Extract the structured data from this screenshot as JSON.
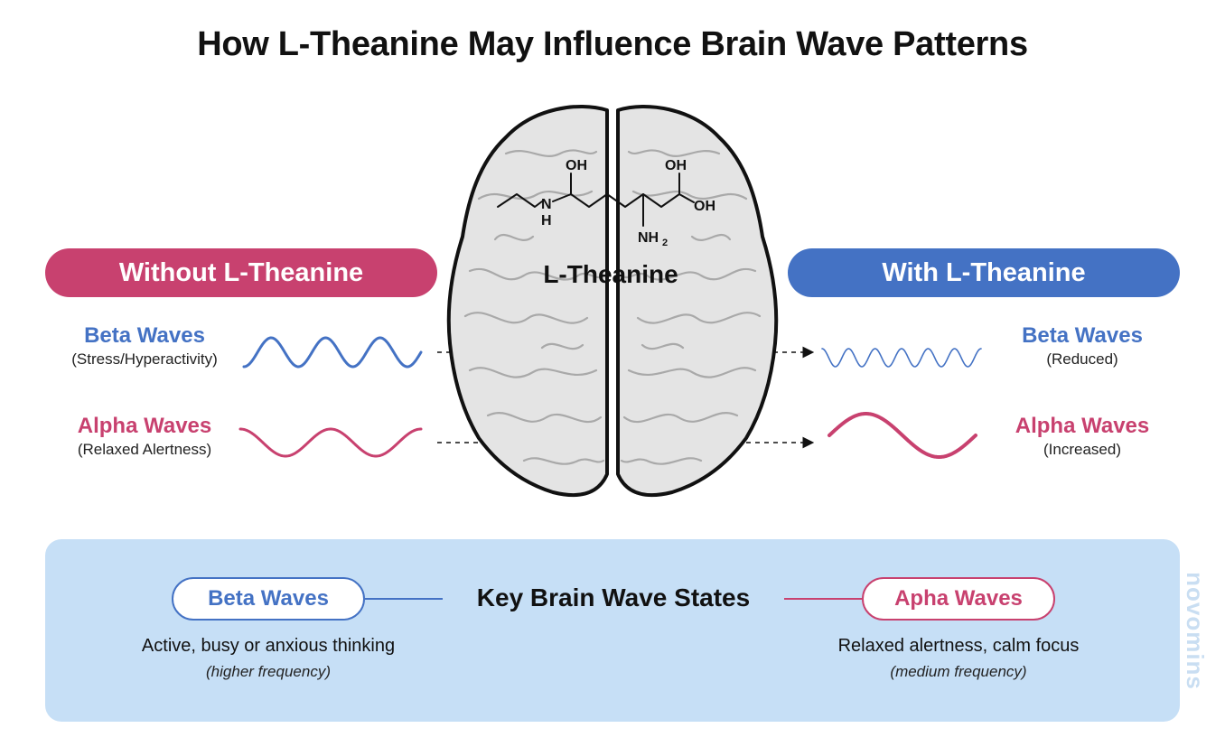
{
  "title": "How L-Theanine May Influence Brain Wave Patterns",
  "colors": {
    "beta_blue": "#4472c4",
    "alpha_pink": "#c8416f",
    "legend_bg": "#c6dff6",
    "brain_fill": "#e4e4e4",
    "brain_outline": "#111111"
  },
  "without_panel": {
    "label": "Without L-Theanine",
    "beta": {
      "name": "Beta Waves",
      "note": "(Stress/Hyperactivity)"
    },
    "alpha": {
      "name": "Alpha Waves",
      "note": "(Relaxed Alertness)"
    }
  },
  "with_panel": {
    "label": "With L-Theanine",
    "beta": {
      "name": "Beta Waves",
      "note": "(Reduced)"
    },
    "alpha": {
      "name": "Alpha Waves",
      "note": "(Increased)"
    }
  },
  "brain": {
    "label": "L-Theanine",
    "molecule": {
      "oh1": "OH",
      "oh2": "OH",
      "oh3": "OH",
      "n": "N",
      "h": "H",
      "nh2": "NH",
      "sub2": "2"
    }
  },
  "legend": {
    "title": "Key Brain Wave States",
    "beta": {
      "label": "Beta Waves",
      "desc": "Active, busy or anxious thinking",
      "freq": "(higher frequency)"
    },
    "alpha": {
      "label": "Apha Waves",
      "desc": "Relaxed alertness, calm focus",
      "freq": "(medium frequency)"
    }
  },
  "watermark": "novomins"
}
